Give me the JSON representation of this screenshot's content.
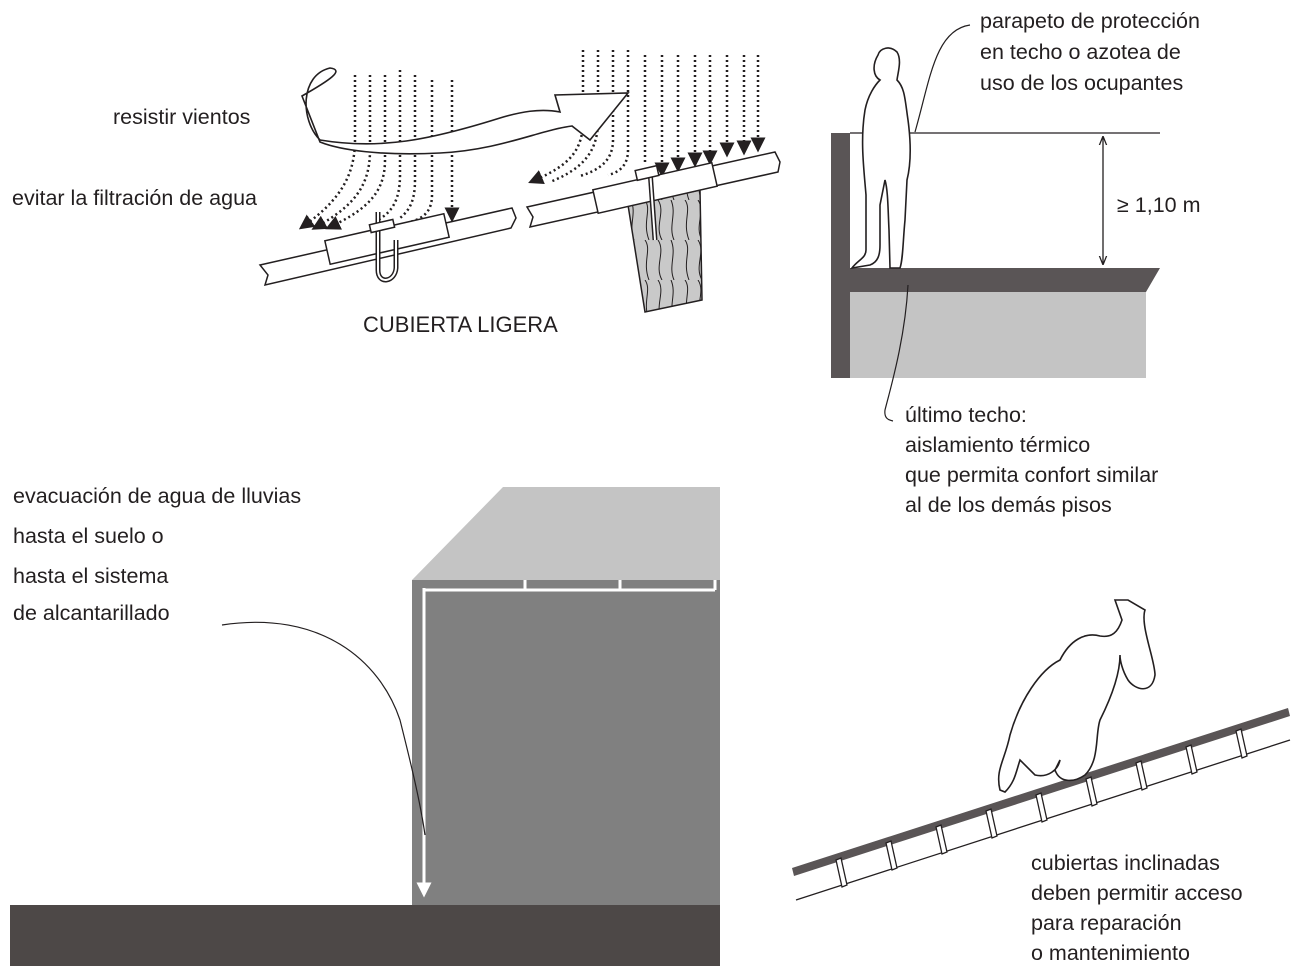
{
  "colors": {
    "ink": "#231f20",
    "dark_gray": "#4d4847",
    "mid_gray": "#808080",
    "light_gray": "#c4c4c4",
    "parapet": "#5a5556",
    "wood": "#c9c9c9",
    "background": "#ffffff"
  },
  "light_roof": {
    "wind_label": "resistir vientos",
    "water_label": "evitar la filtración de agua",
    "caption": "CUBIERTA LIGERA"
  },
  "parapet": {
    "label_lines": [
      "parapeto de protección",
      "en techo o azotea de",
      "uso de los ocupantes"
    ],
    "height_label": "≥ 1,10 m",
    "top_roof_lines": [
      "último techo:",
      "aislamiento térmico",
      "que permita confort similar",
      "al de los demás pisos"
    ]
  },
  "drainage": {
    "label_lines": [
      "evacuación de agua de lluvias",
      "hasta el suelo o",
      "hasta el sistema",
      "de alcantarillado"
    ]
  },
  "inclined_roof": {
    "label_lines": [
      "cubiertas inclinadas",
      "deben permitir acceso",
      "para reparación",
      "o mantenimiento"
    ]
  },
  "icons": [
    "wind-arrow-icon",
    "rain-arrows-icon",
    "bolt-icon",
    "person-icon",
    "dimension-arrow-icon",
    "downpipe-arrow-icon"
  ]
}
